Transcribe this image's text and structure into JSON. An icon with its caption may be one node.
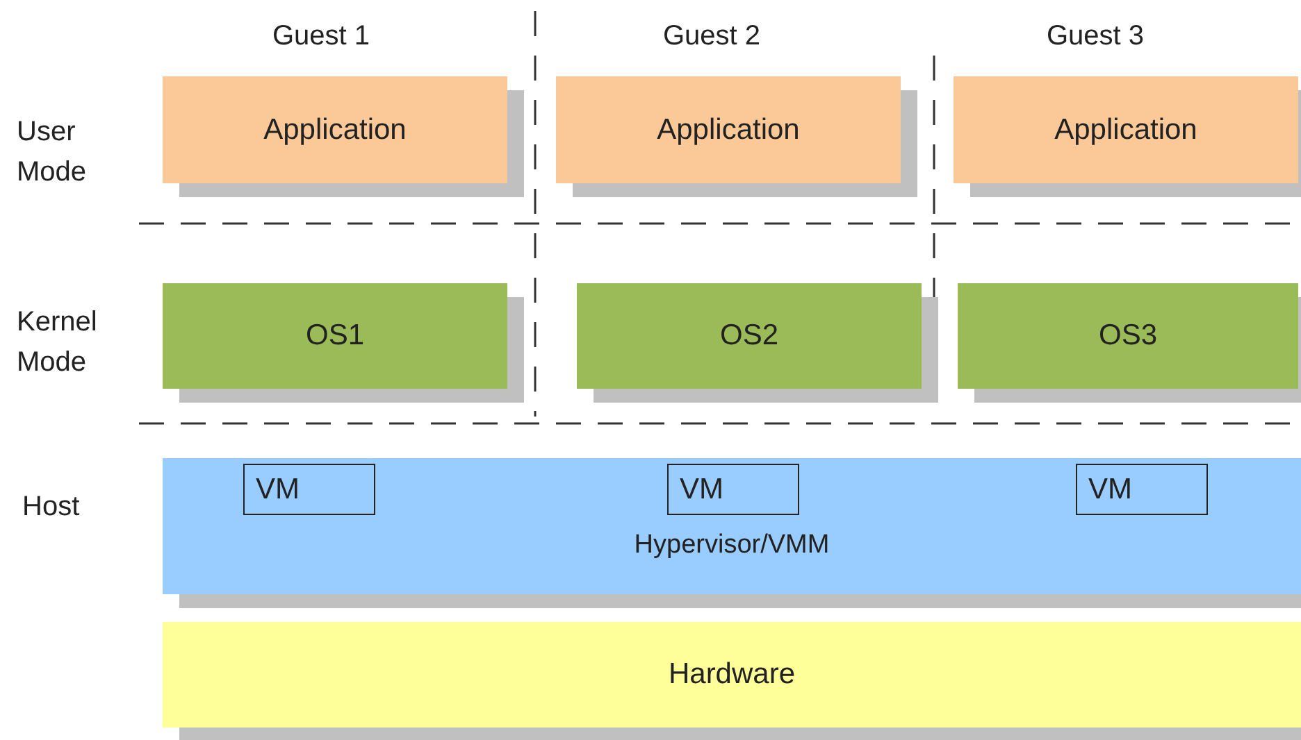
{
  "diagram": {
    "nodes": [
      {
        "text": [
          "Application"
        ]
      },
      {
        "text": [
          "Application"
        ]
      },
      {
        "text": [
          "Application"
        ]
      },
      {
        "text": [
          "OS1"
        ]
      },
      {
        "text": [
          "OS2"
        ]
      },
      {
        "text": [
          "OS3"
        ]
      },
      {
        "text": [
          "Hypervisor/VMM"
        ]
      },
      {
        "text": [
          "VM"
        ],
        "in": 6
      },
      {
        "text": [
          "VM"
        ],
        "in": 6
      },
      {
        "text": [
          "VM"
        ],
        "in": 6
      },
      {
        "text": [
          "Hardware"
        ]
      }
    ],
    "labels": [
      "Guest 1",
      "Guest 2",
      "Guest 3",
      "User Mode",
      "Kernel Mode",
      "Host"
    ]
  }
}
